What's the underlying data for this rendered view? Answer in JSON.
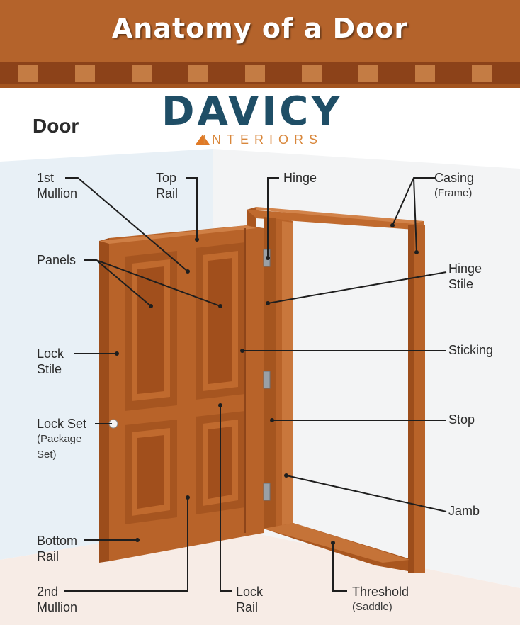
{
  "banner": {
    "title": "Anatomy of a Door"
  },
  "heading": "Door",
  "logo": {
    "wordmark": "DAVICY",
    "subtitle": "INTERIORS"
  },
  "labels": {
    "first_mullion": [
      "1st",
      "Mullion"
    ],
    "top_rail": [
      "Top",
      "Rail"
    ],
    "hinge": [
      "Hinge"
    ],
    "casing": [
      "Casing"
    ],
    "casing_note": "(Frame)",
    "panels": [
      "Panels"
    ],
    "hinge_stile": [
      "Hinge",
      "Stile"
    ],
    "lock_stile": [
      "Lock",
      "Stile"
    ],
    "sticking": [
      "Sticking"
    ],
    "lock_set": [
      "Lock Set"
    ],
    "lock_set_note": [
      "(Package",
      "Set)"
    ],
    "stop": [
      "Stop"
    ],
    "jamb": [
      "Jamb"
    ],
    "bottom_rail": [
      "Bottom",
      "Rail"
    ],
    "second_mullion": [
      "2nd",
      "Mullion"
    ],
    "lock_rail": [
      "Lock",
      "Rail"
    ],
    "threshold": [
      "Threshold"
    ],
    "threshold_note": "(Saddle)"
  },
  "colors": {
    "banner": "#b4632b",
    "banner_dark": "#8c4219",
    "wood": "#b86329",
    "wood_dark": "#8e4519",
    "wood_light": "#cc7a3e",
    "wall_left": "#e8f0f6",
    "wall_right": "#f3f4f5",
    "floor": "#f7ece6",
    "logo_blue": "#1f4e66",
    "logo_orange": "#e07a26"
  }
}
